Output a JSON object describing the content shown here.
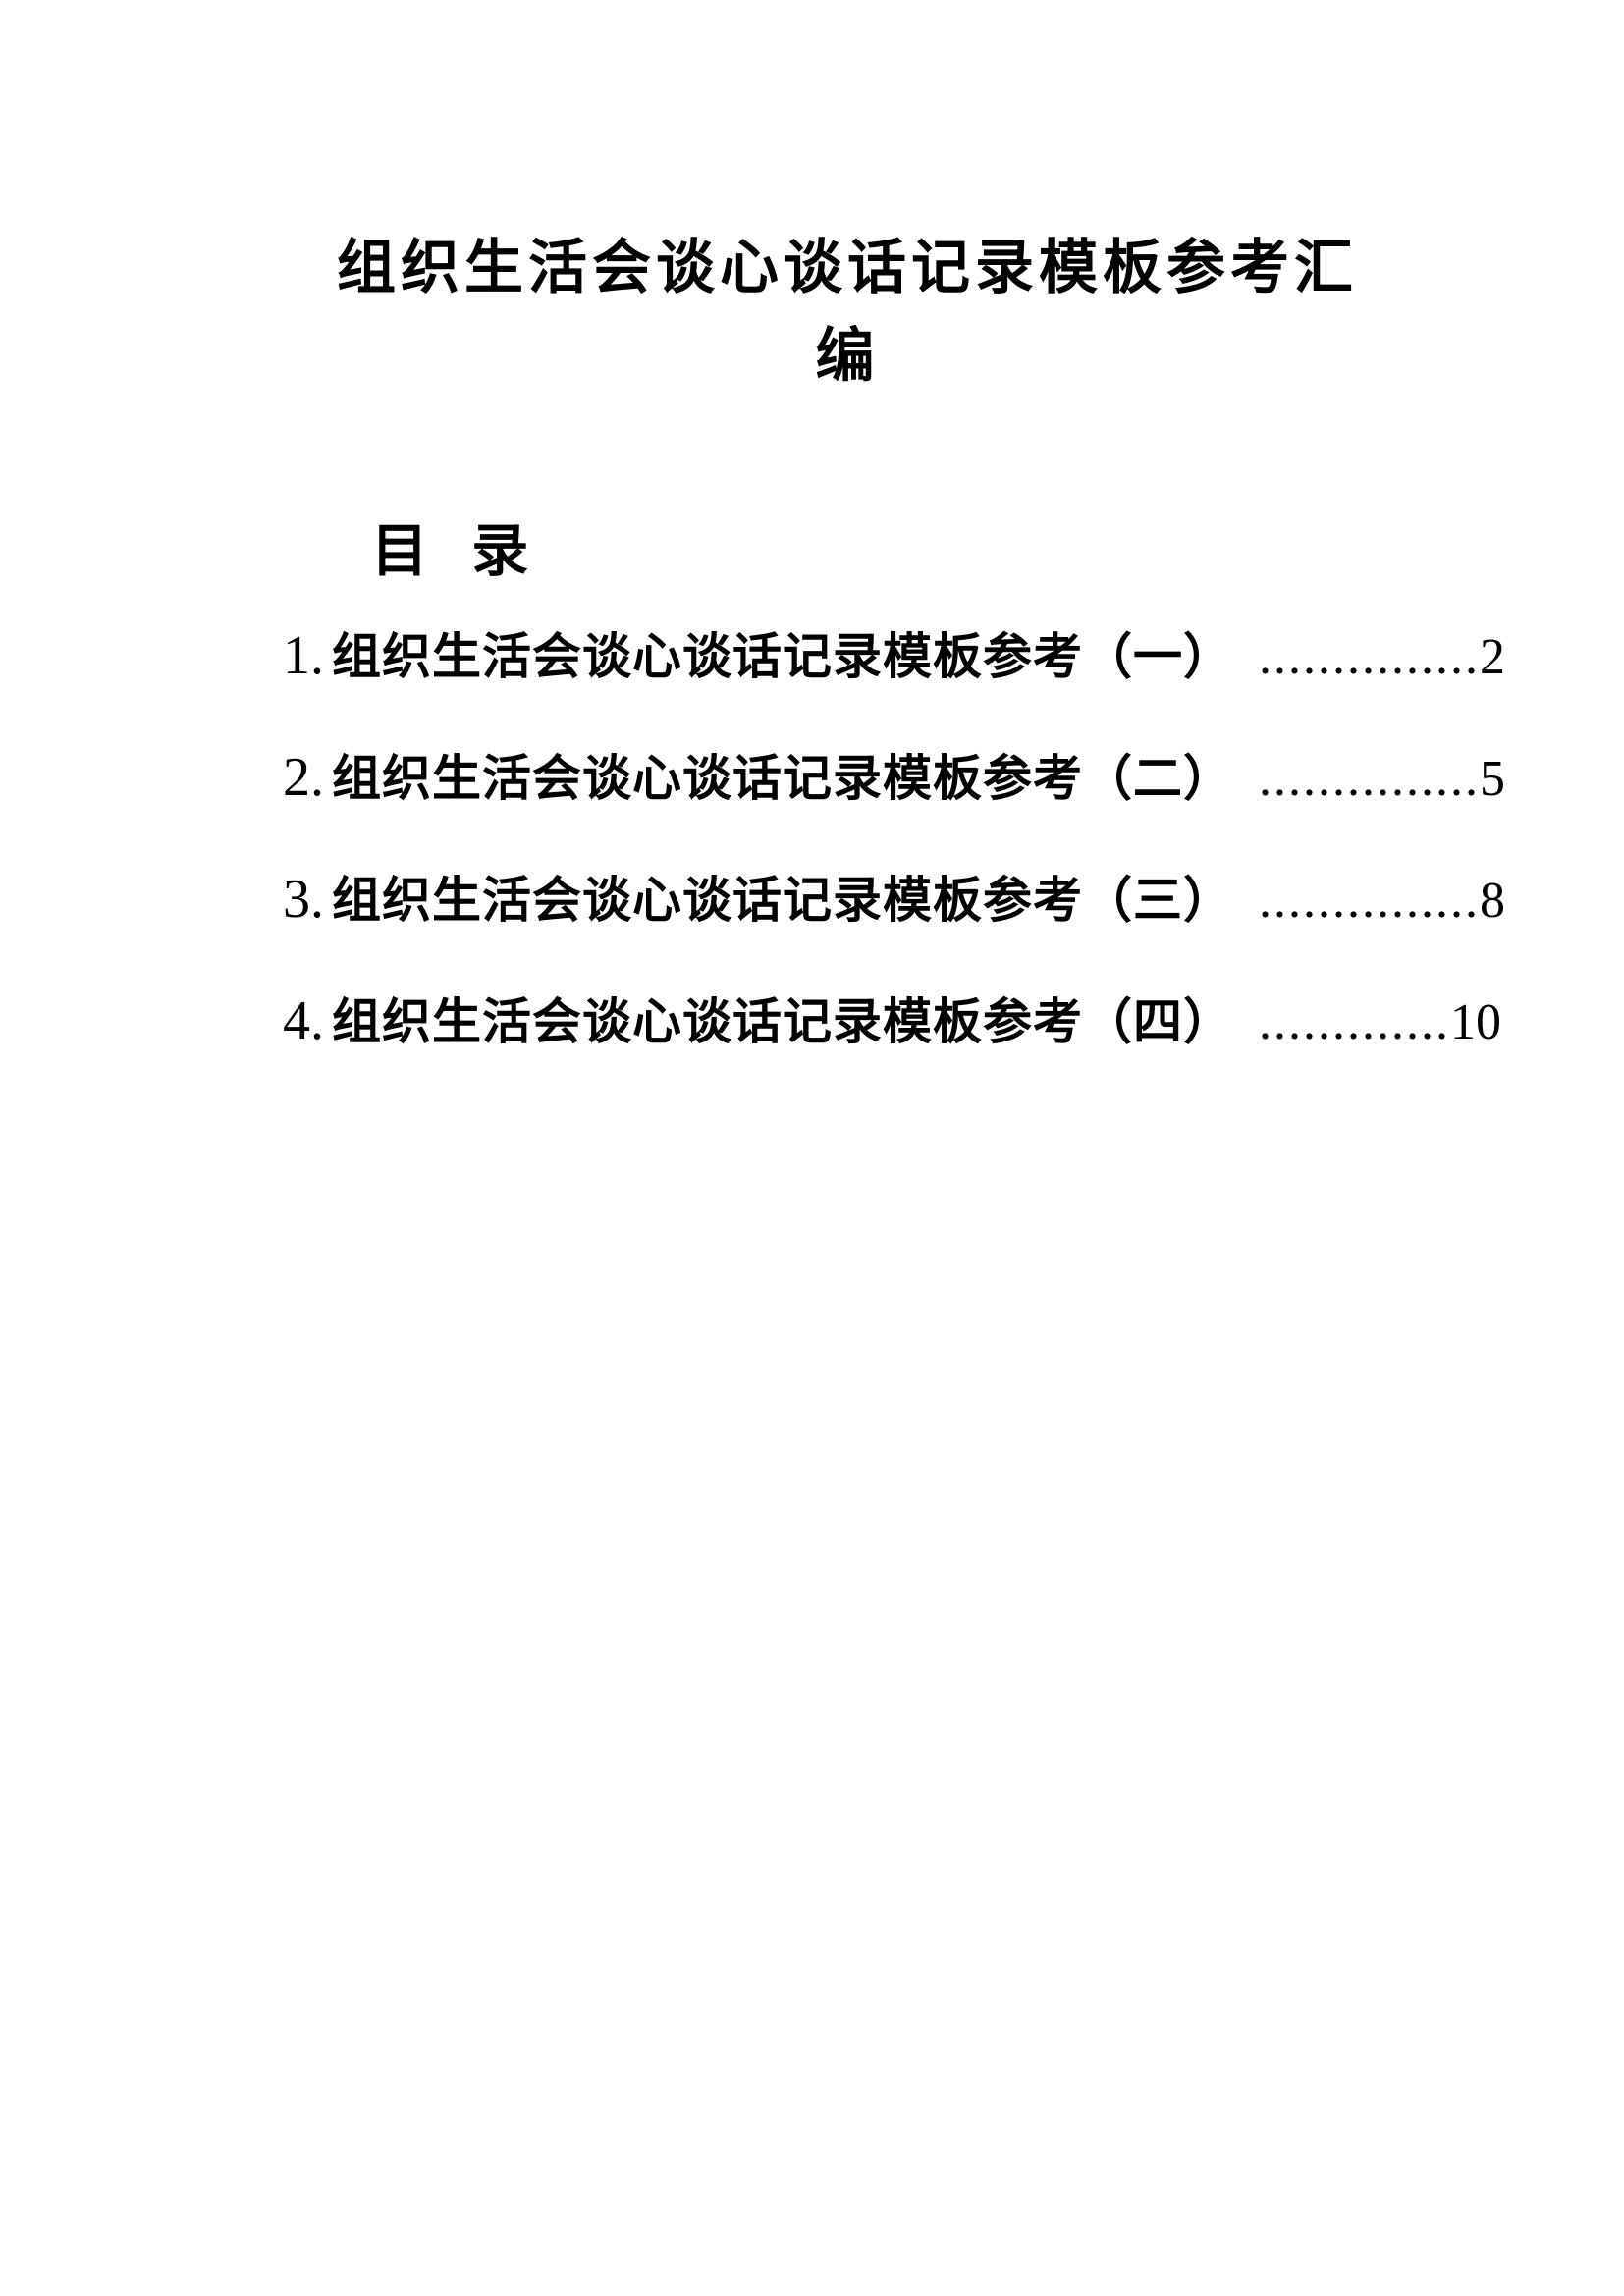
{
  "document": {
    "title_line1": "组织生活会谈心谈话记录模板参考汇",
    "title_line2": "编",
    "text_color": "#000000",
    "background_color": "#ffffff"
  },
  "toc": {
    "heading": "目  录",
    "entries": [
      {
        "num": "1.",
        "title": "组织生活会谈心谈话记录模板参考（一）",
        "dots": "...............",
        "page": "2"
      },
      {
        "num": "2.",
        "title": "组织生活会谈心谈话记录模板参考（二）",
        "dots": "...............",
        "page": "5"
      },
      {
        "num": "3.",
        "title": "组织生活会谈心谈话记录模板参考（三）",
        "dots": "...............",
        "page": "8"
      },
      {
        "num": "4.",
        "title": "组织生活会谈心谈话记录模板参考（四）",
        "dots": ".............",
        "page": "10"
      }
    ]
  }
}
